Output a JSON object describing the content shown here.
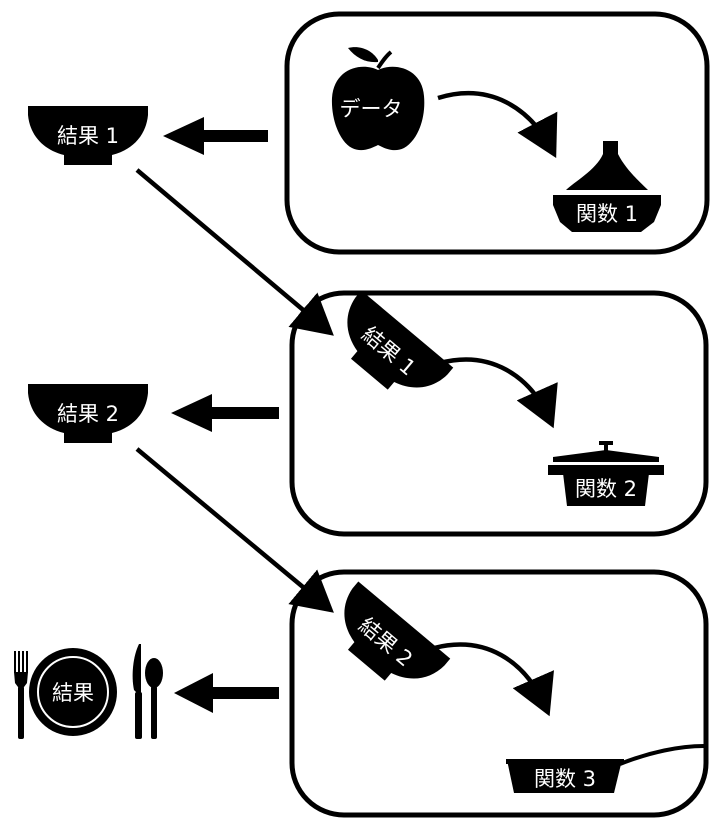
{
  "diagram": {
    "colors": {
      "ink": "#000000",
      "background": "#ffffff",
      "label_text": "#ffffff"
    },
    "stages": [
      {
        "input": {
          "label": "データ",
          "icon": "apple-icon"
        },
        "function": {
          "label": "関数 1",
          "icon": "tagine-pot-icon"
        },
        "output": {
          "label": "結果 1",
          "icon": "rice-bowl-icon"
        }
      },
      {
        "input": {
          "label": "結果 1",
          "icon": "tilted-rice-bowl-icon"
        },
        "function": {
          "label": "関数 2",
          "icon": "dutch-oven-icon"
        },
        "output": {
          "label": "結果 2",
          "icon": "rice-bowl-icon"
        }
      },
      {
        "input": {
          "label": "結果 2",
          "icon": "tilted-rice-bowl-icon"
        },
        "function": {
          "label": "関数 3",
          "icon": "frying-pan-icon"
        },
        "output": {
          "label": "結果",
          "icon": "plate-with-cutlery-icon"
        }
      }
    ]
  }
}
